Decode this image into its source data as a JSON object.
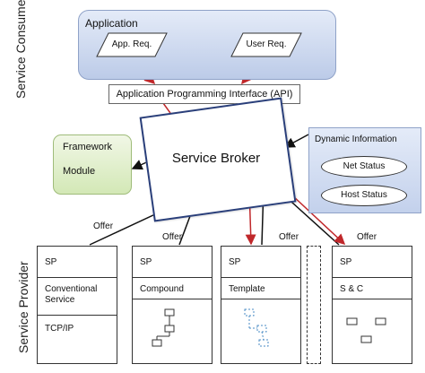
{
  "side_labels": {
    "consumer": "Service  Consumer",
    "provider": "Service Provider"
  },
  "application": {
    "title": "Application",
    "requests": [
      "App. Req.",
      "User Req."
    ]
  },
  "api": {
    "label": "Application Programming Interface (API)"
  },
  "broker": {
    "label": "Service Broker"
  },
  "framework": {
    "line1": "Framework",
    "line2": "Module"
  },
  "dynamic_info": {
    "title": "Dynamic Information",
    "items": [
      "Net Status",
      "Host Status"
    ]
  },
  "offer_label": "Offer",
  "providers": [
    {
      "head": "SP",
      "name": "Conventional Service",
      "extra": "TCP/IP"
    },
    {
      "head": "SP",
      "name": "Compound"
    },
    {
      "head": "SP",
      "name": "Template"
    },
    {
      "head": "SP",
      "name": "S & C"
    }
  ],
  "colors": {
    "request_arrow": "#c0282b",
    "offer_arrow": "#111111",
    "broker_border": "#2a3f7a",
    "application_fill": "#c9d6ef",
    "framework_fill": "#dcecc6",
    "template_mini": "#4a8bc4"
  }
}
